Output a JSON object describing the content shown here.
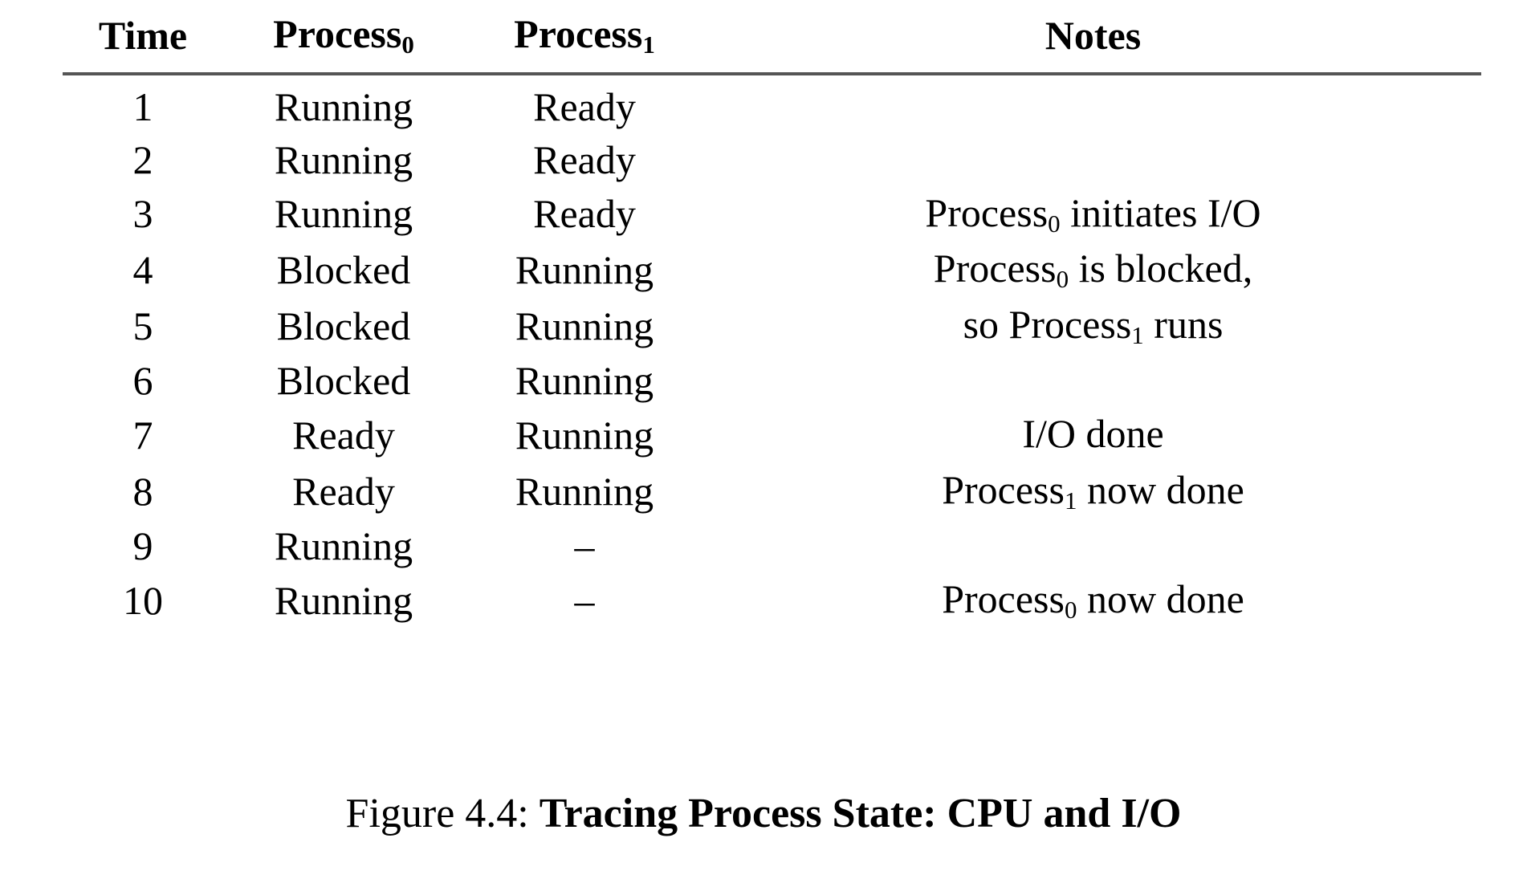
{
  "figure": {
    "caption_label": "Figure 4.4:",
    "caption_title": "Tracing Process State: CPU and I/O",
    "rule_color": "#555555",
    "text_color": "#000000",
    "background_color": "#ffffff"
  },
  "table": {
    "headers": {
      "time": "Time",
      "process0_base": "Process",
      "process0_sub": "0",
      "process1_base": "Process",
      "process1_sub": "1",
      "notes": "Notes"
    },
    "rows": [
      {
        "time": "1",
        "process0": "Running",
        "process1": "Ready",
        "note_parts": [],
        "note_plain": ""
      },
      {
        "time": "2",
        "process0": "Running",
        "process1": "Ready",
        "note_parts": [],
        "note_plain": ""
      },
      {
        "time": "3",
        "process0": "Running",
        "process1": "Ready",
        "note_pre": "Process",
        "note_sub": "0",
        "note_post": " initiates I/O",
        "note_plain": "Process0 initiates I/O"
      },
      {
        "time": "4",
        "process0": "Blocked",
        "process1": "Running",
        "note_pre": "Process",
        "note_sub": "0",
        "note_post": " is blocked,",
        "note_plain": "Process0 is blocked,"
      },
      {
        "time": "5",
        "process0": "Blocked",
        "process1": "Running",
        "note_pre": "so Process",
        "note_sub": "1",
        "note_post": " runs",
        "note_plain": "so Process1 runs"
      },
      {
        "time": "6",
        "process0": "Blocked",
        "process1": "Running",
        "note_pre": "",
        "note_sub": "",
        "note_post": "",
        "note_plain": ""
      },
      {
        "time": "7",
        "process0": "Ready",
        "process1": "Running",
        "note_pre": "I/O done",
        "note_sub": "",
        "note_post": "",
        "note_plain": "I/O done"
      },
      {
        "time": "8",
        "process0": "Ready",
        "process1": "Running",
        "note_pre": "Process",
        "note_sub": "1",
        "note_post": " now done",
        "note_plain": "Process1 now done"
      },
      {
        "time": "9",
        "process0": "Running",
        "process1": "–",
        "note_pre": "",
        "note_sub": "",
        "note_post": "",
        "note_plain": ""
      },
      {
        "time": "10",
        "process0": "Running",
        "process1": "–",
        "note_pre": "Process",
        "note_sub": "0",
        "note_post": " now done",
        "note_plain": "Process0 now done"
      }
    ]
  }
}
